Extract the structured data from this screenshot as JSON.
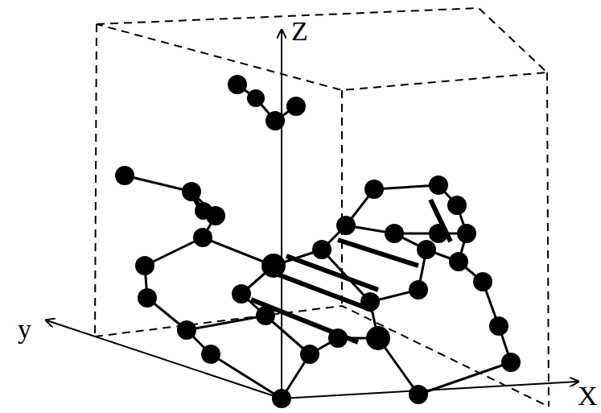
{
  "diagram": {
    "labels": [
      "Z",
      "y",
      "X"
    ]
  }
}
